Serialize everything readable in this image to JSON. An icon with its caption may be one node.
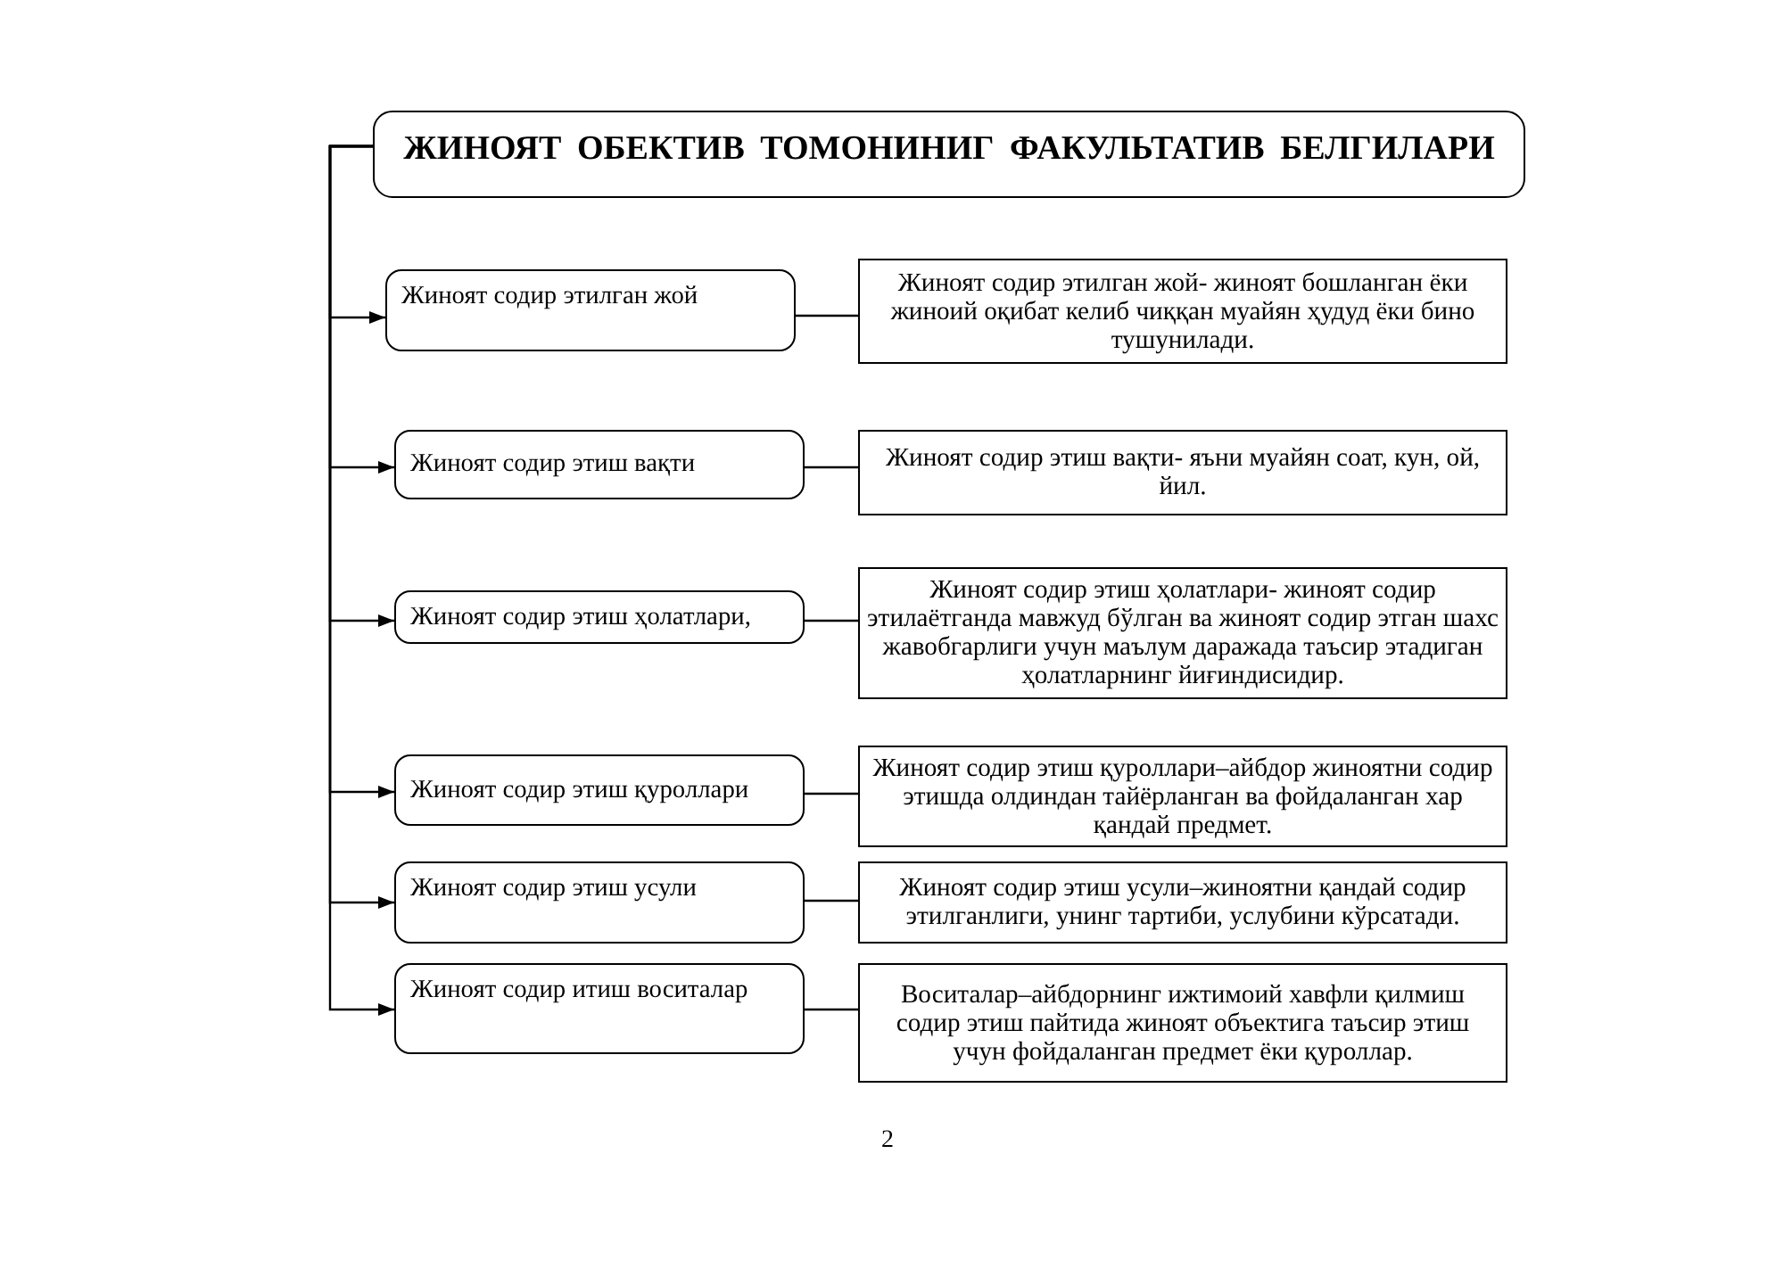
{
  "diagram": {
    "nodes": [
      {
        "text": [
          "ЖИНОЯТ ОБЕКТИВ ТОМОНИНИГ ФАКУЛЬТАТИВ БЕЛГИЛАРИ"
        ]
      },
      {
        "text": [
          "Жиноят содир этилган жой"
        ]
      },
      {
        "text": [
          "Жиноят содир этилган жой- жиноят бошланган ёки жиноий оқибат келиб чиққан муайян ҳудуд ёки бино тушунилади."
        ]
      },
      {
        "text": [
          "Жиноят содир этиш вақти"
        ]
      },
      {
        "text": [
          "Жиноят содир этиш вақти- яъни муайян соат, кун, ой, йил."
        ]
      },
      {
        "text": [
          "Жиноят содир этиш ҳолатлари,"
        ]
      },
      {
        "text": [
          "Жиноят содир этиш ҳолатлари- жиноят содир этилаётганда мавжуд бўлган ва жиноят содир этган шахс жавобгарлиги учун маълум даражада таъсир этадиган ҳолатларнинг йиғиндисидир."
        ]
      },
      {
        "text": [
          "Жиноят содир этиш қуроллари"
        ]
      },
      {
        "text": [
          "Жиноят содир этиш қуроллари–айбдор жиноятни содир этишда олдиндан тайёрланган ва фойдаланган хар қандай предмет."
        ]
      },
      {
        "text": [
          "Жиноят содир этиш усули"
        ]
      },
      {
        "text": [
          "Жиноят содир этиш усули–жиноятни қандай содир этилганлиги, унинг тартиби, услубини кўрсатади."
        ]
      },
      {
        "text": [
          "Жиноят содир итиш воситалар"
        ]
      },
      {
        "text": [
          "Воситалар–айбдорнинг ижтимоий хавфли қилмиш содир этиш пайтида жиноят объектига таъсир этиш учун фойдаланган предмет ёки қуроллар."
        ]
      }
    ],
    "edges": [
      {
        "from": 0,
        "to": 1,
        "arrow": "to"
      },
      {
        "from": 0,
        "to": 3,
        "arrow": "to"
      },
      {
        "from": 0,
        "to": 5,
        "arrow": "to"
      },
      {
        "from": 0,
        "to": 7,
        "arrow": "to"
      },
      {
        "from": 0,
        "to": 9,
        "arrow": "to"
      },
      {
        "from": 0,
        "to": 11,
        "arrow": "to"
      },
      {
        "from": 1,
        "to": 2,
        "arrow": "none"
      },
      {
        "from": 3,
        "to": 4,
        "arrow": "none"
      },
      {
        "from": 5,
        "to": 6,
        "arrow": "none"
      },
      {
        "from": 7,
        "to": 8,
        "arrow": "none"
      },
      {
        "from": 9,
        "to": 10,
        "arrow": "none"
      },
      {
        "from": 11,
        "to": 12,
        "arrow": "none"
      }
    ],
    "labels": [
      "2"
    ]
  }
}
